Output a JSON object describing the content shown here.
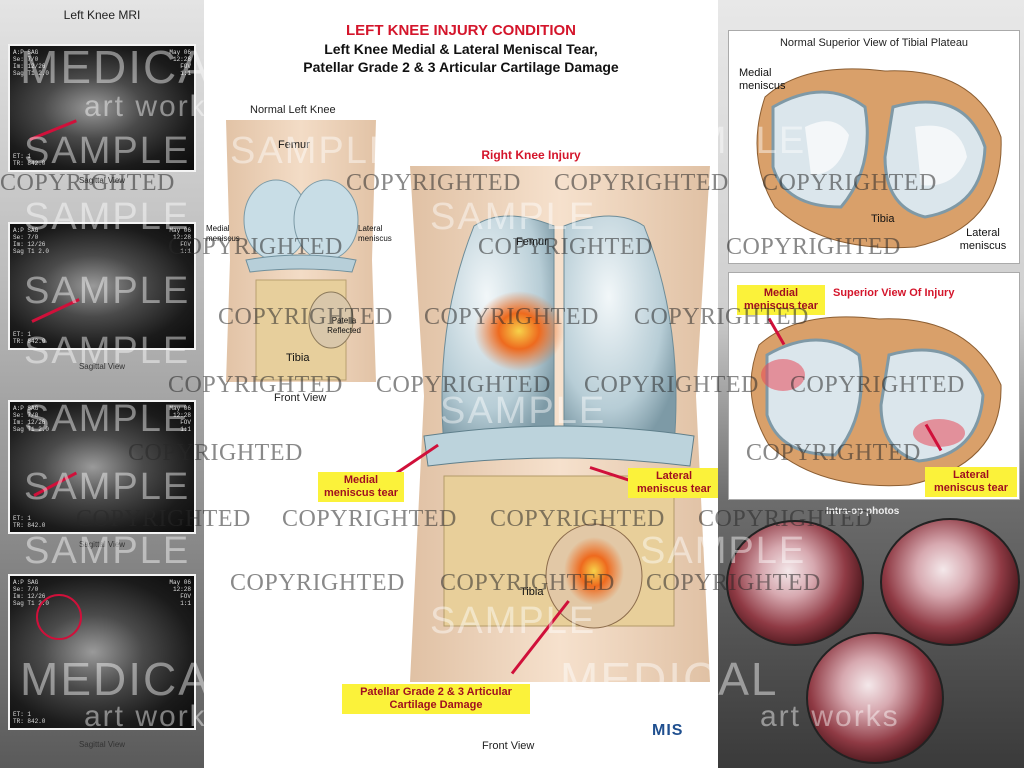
{
  "title": {
    "line1": "LEFT KNEE INJURY CONDITION",
    "line2": "Left Knee Medial & Lateral Meniscal Tear,",
    "line3": "Patellar Grade 2 & 3 Articular Cartilage Damage"
  },
  "mri": {
    "heading": "Left Knee MRI",
    "caption": "Sagittal View",
    "meta_left": [
      "A:P SAG",
      "Se: 7/0",
      "Im: 12/26",
      "Sag T1 2.0"
    ],
    "meta_right": [
      "May 06",
      "12:28",
      "FOV",
      "1:1"
    ],
    "footer": [
      "ET: 1",
      "TR: 842.0"
    ]
  },
  "normal_knee": {
    "title": "Normal Left Knee",
    "femur": "Femur",
    "medial": "Medial meniscus",
    "lateral": "Lateral meniscus",
    "patella": "Patella Reflected",
    "tibia": "Tibia",
    "view": "Front View"
  },
  "injury": {
    "title": "Right Knee Injury",
    "femur": "Femur",
    "tibia": "Tibia",
    "medial_tear": "Medial meniscus tear",
    "lateral_tear": "Lateral meniscus tear",
    "patellar": "Patellar Grade 2 & 3 Articular Cartilage Damage",
    "view": "Front View",
    "logo": "MIS"
  },
  "tibial_plateau": {
    "title": "Normal Superior View of Tibial Plateau",
    "medial": "Medial meniscus",
    "tibia": "Tibia",
    "lateral": "Lateral meniscus"
  },
  "superior_injury": {
    "title": "Superior View Of Injury",
    "medial": "Medial meniscus tear",
    "lateral": "Lateral meniscus tear"
  },
  "intraop": {
    "title": "Intra-op photos"
  },
  "watermarks": {
    "copyright": "COPYRIGHTED",
    "sample": "SAMPLE",
    "brand1": "MEDICAL",
    "brand2": "art works"
  },
  "colors": {
    "title_red": "#d4152b",
    "label_yellow": "#fbf23a",
    "tear_red": "#d0103a"
  }
}
